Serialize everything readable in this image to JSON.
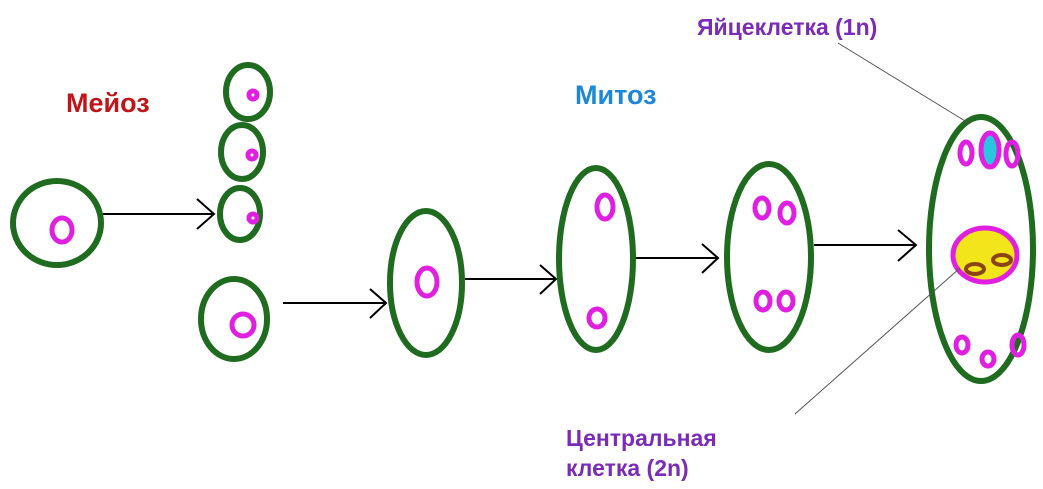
{
  "labels": {
    "meiosis": "Мейоз",
    "mitosis": "Митоз",
    "egg_cell": "Яйцеклетка (1n)",
    "central_cell_line1": "Центральная",
    "central_cell_line2": "клетка (2n)"
  },
  "colors": {
    "meiosis_label": "#c0151a",
    "mitosis_label": "#1e88d8",
    "annotation_label": "#7a2bb8",
    "cell_outline": "#1f6b1f",
    "nucleus": "#e020e0",
    "egg_nucleus": "#29c6e0",
    "central_cell_fill": "#f2e61a",
    "polar_nuclei": "#8b4513",
    "arrow": "#000000",
    "pointer_line": "#555555",
    "background": "#ffffff"
  }
}
